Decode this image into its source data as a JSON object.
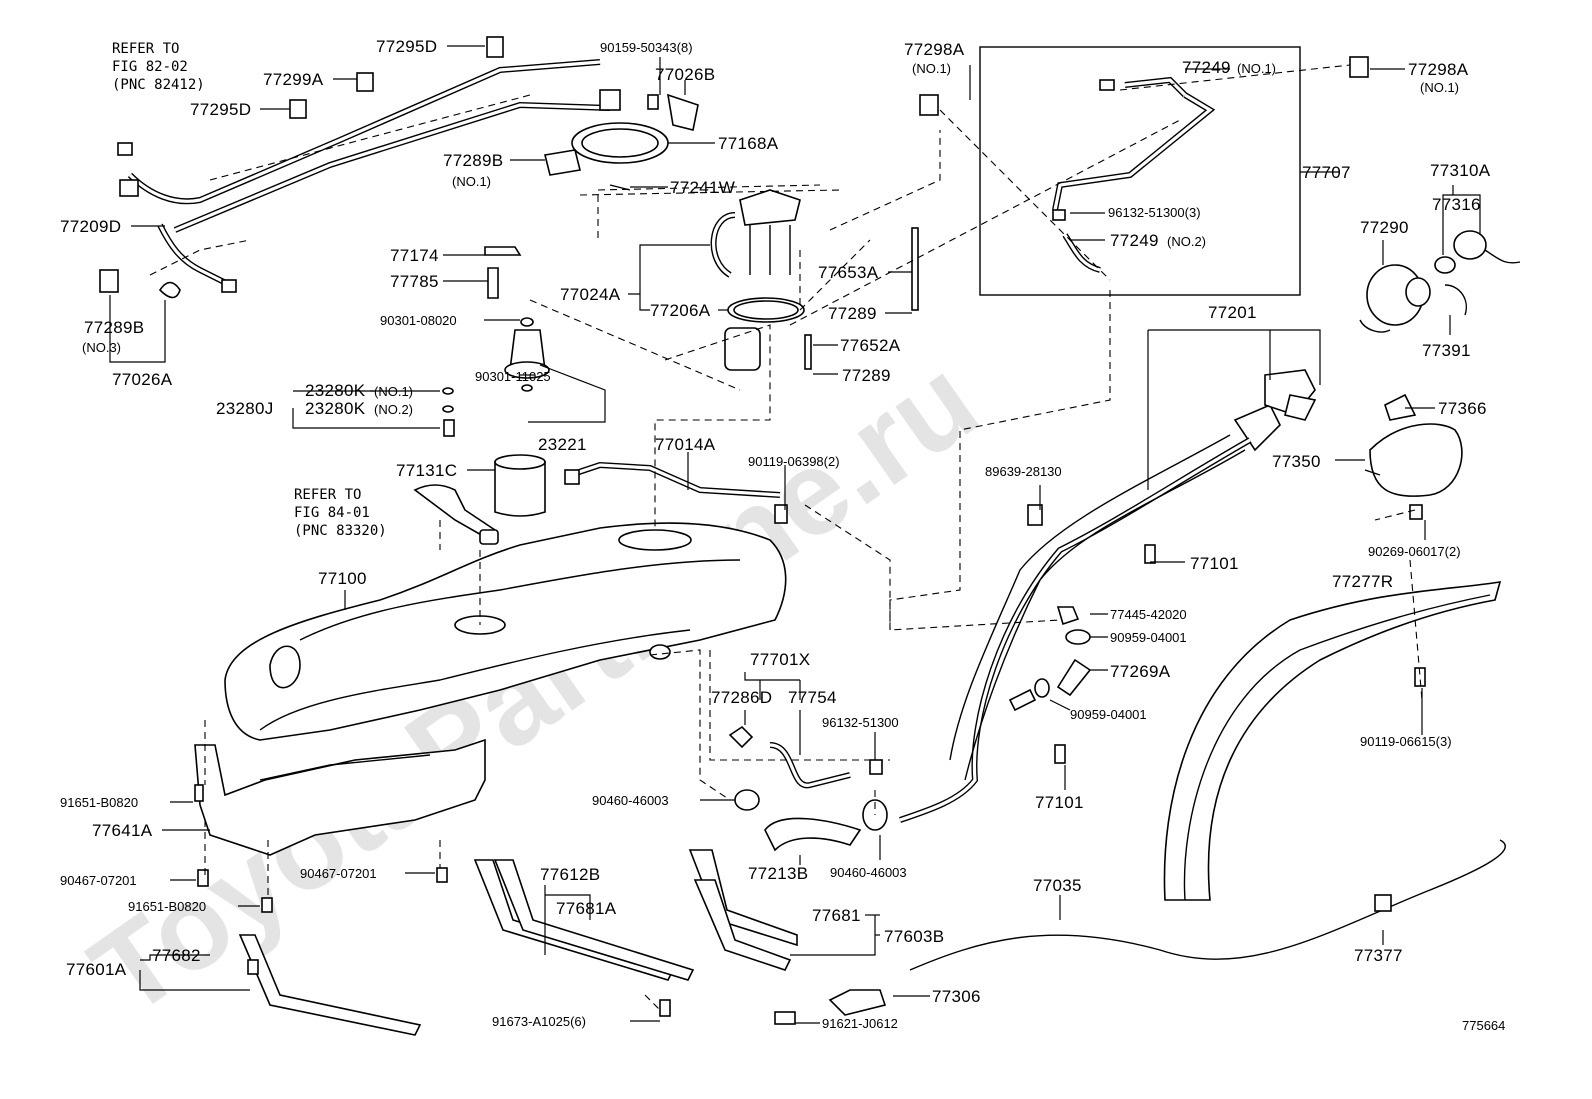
{
  "watermark": "ToyotaPartMine.ru",
  "figure_code": "775664",
  "labels": {
    "refer1": [
      "REFER TO",
      "FIG 82-02",
      "(PNC 82412)"
    ],
    "refer2": [
      "REFER TO",
      "FIG 84-01",
      "(PNC 83320)"
    ],
    "p77295D_a": "77295D",
    "p77299A": "77299A",
    "p77295D_b": "77295D",
    "p90159": "90159-50343(8)",
    "p77026B": "77026B",
    "p77168A": "77168A",
    "p77289B_1": "77289B",
    "no1_a": "(NO.1)",
    "p77241W": "77241W",
    "p77209D": "77209D",
    "p77289B_3": "77289B",
    "no3": "(NO.3)",
    "p77026A": "77026A",
    "p77174": "77174",
    "p77785": "77785",
    "p90301_08020": "90301-08020",
    "p77024A": "77024A",
    "p77206A": "77206A",
    "p77653A": "77653A",
    "p77289_a": "77289",
    "p77652A": "77652A",
    "p77289_b": "77289",
    "p23280J": "23280J",
    "p23280K_1": "23280K",
    "no1_b": "(NO.1)",
    "p23280K_2": "23280K",
    "no2_a": "(NO.2)",
    "p90301_11025": "90301-11025",
    "p23221": "23221",
    "p77131C": "77131C",
    "p77014A": "77014A",
    "p90119_06398": "90119-06398(2)",
    "p77100": "77100",
    "p77298A_l": "77298A",
    "no1_c": "(NO.1)",
    "p77249_1": "77249",
    "no1_d": "(NO.1)",
    "p77298A_r": "77298A",
    "no1_e": "(NO.1)",
    "p77707": "77707",
    "p96132_3": "96132-51300(3)",
    "p77249_2": "77249",
    "no2_b": "(NO.2)",
    "p77310A": "77310A",
    "p77316": "77316",
    "p77290": "77290",
    "p77391": "77391",
    "p77201": "77201",
    "p77366": "77366",
    "p77350": "77350",
    "p89639": "89639-28130",
    "p77101_a": "77101",
    "p90269": "90269-06017(2)",
    "p77445": "77445-42020",
    "p90959_a": "90959-04001",
    "p77269A": "77269A",
    "p90959_b": "90959-04001",
    "p77277R": "77277R",
    "p90119_06615": "90119-06615(3)",
    "p77701X": "77701X",
    "p77286D": "77286D",
    "p77754": "77754",
    "p96132": "96132-51300",
    "p77101_b": "77101",
    "p90460_a": "90460-46003",
    "p90460_b": "90460-46003",
    "p77213B": "77213B",
    "p91651_a": "91651-B0820",
    "p77641A": "77641A",
    "p90467_a": "90467-07201",
    "p90467_b": "90467-07201",
    "p91651_b": "91651-B0820",
    "p77612B": "77612B",
    "p77681A": "77681A",
    "p77681": "77681",
    "p77603B": "77603B",
    "p77035": "77035",
    "p77377": "77377",
    "p77601A": "77601A",
    "p77682": "77682",
    "p91673": "91673-A1025(6)",
    "p77306": "77306",
    "p91621": "91621-J0612"
  }
}
